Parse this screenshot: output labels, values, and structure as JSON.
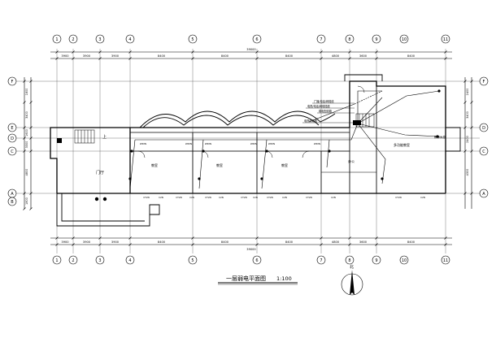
{
  "drawing": {
    "title": "一层弱电平面图",
    "scale": "1:100",
    "north_label": "北"
  },
  "axes": {
    "top_and_bottom": [
      "1",
      "2",
      "3",
      "4",
      "5",
      "6",
      "7",
      "8",
      "9",
      "10",
      "11"
    ],
    "left": [
      "A",
      "B",
      "C",
      "D",
      "E",
      "F"
    ],
    "right": [
      "A",
      "C",
      "D",
      "F"
    ]
  },
  "dimensions": {
    "top": {
      "segments": [
        "3900",
        "3900",
        "3900",
        "8400",
        "8400",
        "8400",
        "4800",
        "3600",
        "8400"
      ],
      "total": "39000"
    },
    "bottom": {
      "segments": [
        "3900",
        "3900",
        "3900",
        "8400",
        "8400",
        "8400",
        "4800",
        "3600",
        "8400"
      ],
      "total": "39000"
    },
    "left": [
      "1800",
      "3400",
      "1600",
      "3300",
      "4800",
      "1800"
    ],
    "right": [
      "2400",
      "3400",
      "2400",
      "4300"
    ]
  },
  "rooms": {
    "lobby": "门厅",
    "classroom_1": "教室",
    "classroom_2": "教室",
    "classroom_3": "教室",
    "office": "办公",
    "multipurpose": "多功能教室",
    "lounge": "教师休息",
    "stair_up": "上"
  },
  "annotations": [
    "广播/电话/网络线",
    "电视/电话/网络插座",
    "弱电配线箱",
    "电视前端箱"
  ],
  "outlets": [
    "CT2N",
    "C2N",
    "CT2N",
    "C2N",
    "CT2N",
    "C2N",
    "CT2N",
    "C2N",
    "CT2N",
    "C2N",
    "CT2N",
    "C2N",
    "CT2N",
    "C2N"
  ],
  "ceiling_tags": [
    "WP2N",
    "WP2N",
    "WP2N",
    "WP2N",
    "WP2N",
    "WP2N"
  ]
}
